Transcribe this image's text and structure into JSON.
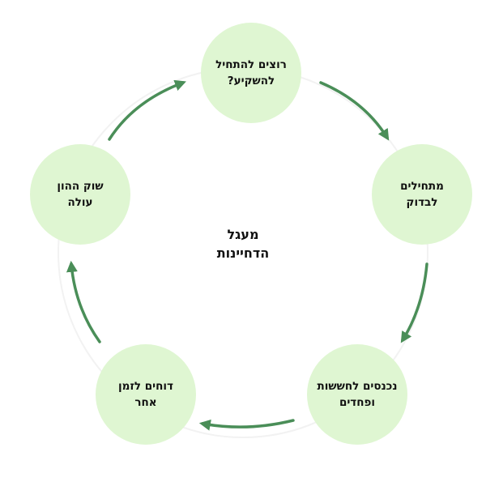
{
  "center_title": "מעגל\nהדחיינות",
  "colors": {
    "node_fill": "#dff6d2",
    "arrow": "#4a8e58",
    "guide_ring": "#f2f2f2"
  },
  "nodes": [
    {
      "label": "רוצים להתחיל\nלהשקיע?"
    },
    {
      "label": "מתחילים\nלבדוק"
    },
    {
      "label": "נכנסים לחששות\nופחדים"
    },
    {
      "label": "דוחים לזמן\nאחר"
    },
    {
      "label": "שוק ההון\nעולה"
    }
  ]
}
